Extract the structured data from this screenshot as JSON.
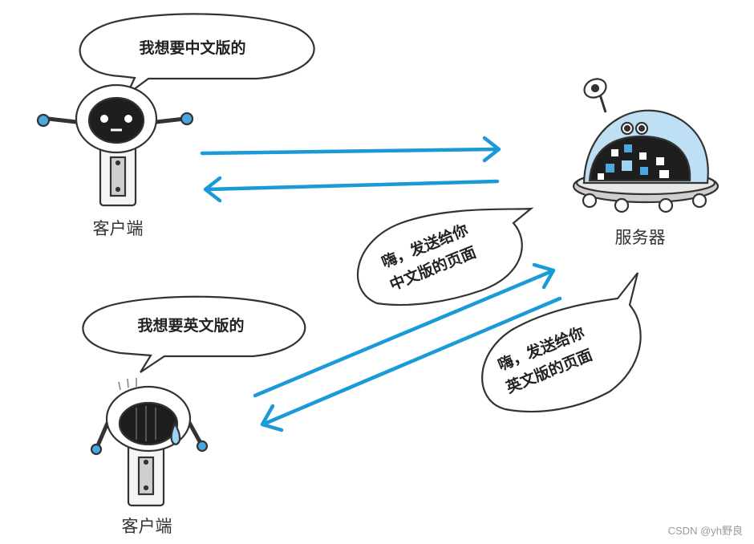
{
  "bubbles": {
    "client1_request": "我想要中文版的",
    "client2_request": "我想要英文版的",
    "reply_chinese": [
      "嗨，发送给你",
      "中文版的页面"
    ],
    "reply_english": [
      "嗨，发送给你",
      "英文版的页面"
    ]
  },
  "labels": {
    "client1": "客户端",
    "client2": "客户端",
    "server": "服务器"
  },
  "watermark": "CSDN @yh野良",
  "colors": {
    "arrow": "#1a9ad6",
    "outline": "#333333",
    "accent": "#4aa8df",
    "robot_body": "#f4f4f4"
  }
}
